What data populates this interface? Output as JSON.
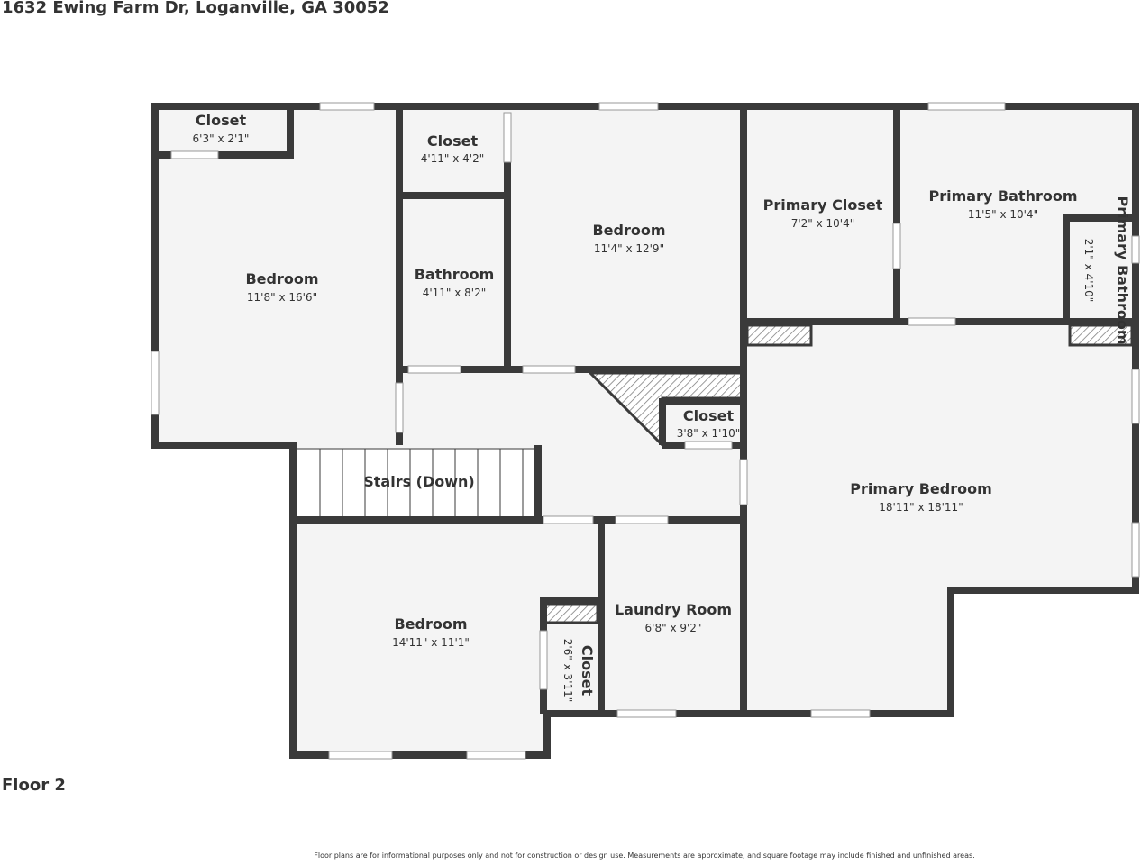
{
  "address": "1632 Ewing Farm Dr, Loganville, GA 30052",
  "floor_label": "Floor 2",
  "disclaimer": "Floor plans are for informational purposes only and not for construction or design use. Measurements are approximate, and square footage may include finished and unfinished areas.",
  "colors": {
    "wall": "#3a3a3a",
    "floor": "#f4f4f4",
    "hatch": "#777777"
  },
  "rooms": [
    {
      "name": "Closet",
      "dim": "6'3\" x 2'1\""
    },
    {
      "name": "Closet",
      "dim": "4'11\" x 4'2\""
    },
    {
      "name": "Bedroom",
      "dim": "11'8\" x 16'6\""
    },
    {
      "name": "Bathroom",
      "dim": "4'11\" x 8'2\""
    },
    {
      "name": "Bedroom",
      "dim": "11'4\" x 12'9\""
    },
    {
      "name": "Primary Closet",
      "dim": "7'2\" x 10'4\""
    },
    {
      "name": "Primary Bathroom",
      "dim": "11'5\" x 10'4\""
    },
    {
      "name": "Primary Bathroom",
      "dim": "2'1\" x 4'10\""
    },
    {
      "name": "Closet",
      "dim": "3'8\" x 1'10\""
    },
    {
      "name": "Stairs (Down)",
      "dim": ""
    },
    {
      "name": "Primary Bedroom",
      "dim": "18'11\" x 18'11\""
    },
    {
      "name": "Bedroom",
      "dim": "14'11\" x 11'1\""
    },
    {
      "name": "Laundry Room",
      "dim": "6'8\" x 9'2\""
    },
    {
      "name": "Closet",
      "dim": "2'6\" x 3'11\""
    }
  ]
}
